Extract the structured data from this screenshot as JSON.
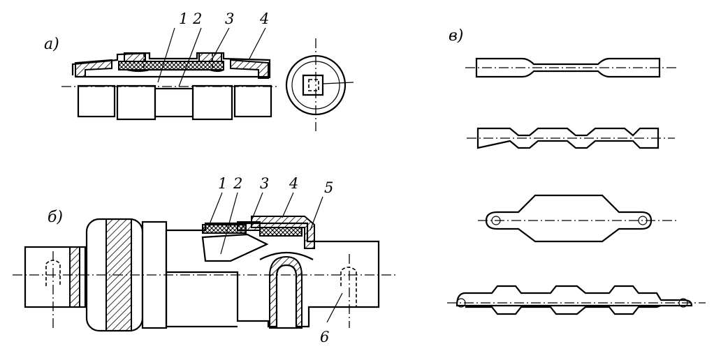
{
  "figure": {
    "panels": {
      "a": {
        "label": "а)"
      },
      "b": {
        "label": "б)"
      },
      "v": {
        "label": "в)"
      }
    },
    "callouts_a": [
      "1",
      "2",
      "3",
      "4"
    ],
    "callouts_b": [
      "1",
      "2",
      "3",
      "4",
      "5",
      "6"
    ]
  }
}
